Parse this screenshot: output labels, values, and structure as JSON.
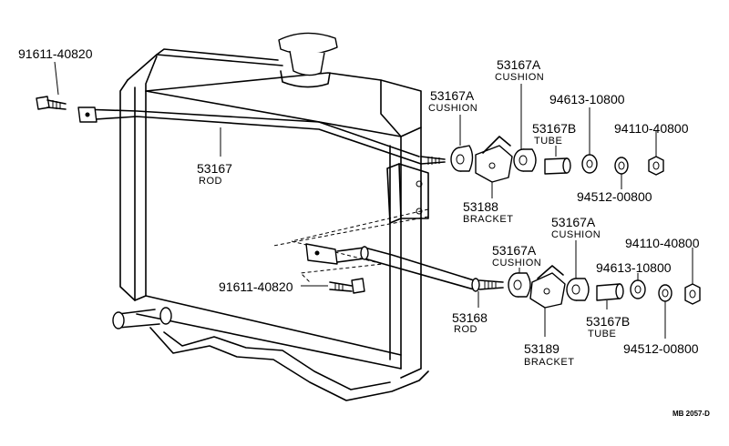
{
  "diagram_code": "MB  2057-D",
  "callouts": {
    "bolt_top": {
      "number": "91611-40820"
    },
    "bolt_mid": {
      "number": "91611-40820"
    },
    "rod_top": {
      "number": "53167",
      "name": "ROD"
    },
    "rod_bottom": {
      "number": "53168",
      "name": "ROD"
    },
    "cushion_a1": {
      "number": "53167A",
      "name": "CUSHION"
    },
    "cushion_a2": {
      "number": "53167A",
      "name": "CUSHION"
    },
    "cushion_b1": {
      "number": "53167A",
      "name": "CUSHION"
    },
    "cushion_b2": {
      "number": "53167A",
      "name": "CUSHION"
    },
    "bracket_top": {
      "number": "53188",
      "name": "BRACKET"
    },
    "bracket_bottom": {
      "number": "53189",
      "name": "BRACKET"
    },
    "tube_top": {
      "number": "53167B",
      "name": "TUBE"
    },
    "tube_bottom": {
      "number": "53167B",
      "name": "TUBE"
    },
    "collar_top": {
      "number": "94613-10800"
    },
    "collar_bottom": {
      "number": "94613-10800"
    },
    "nut_top": {
      "number": "94110-40800"
    },
    "nut_bottom": {
      "number": "94110-40800"
    },
    "washer_top": {
      "number": "94512-00800"
    },
    "washer_bottom": {
      "number": "94512-00800"
    }
  }
}
